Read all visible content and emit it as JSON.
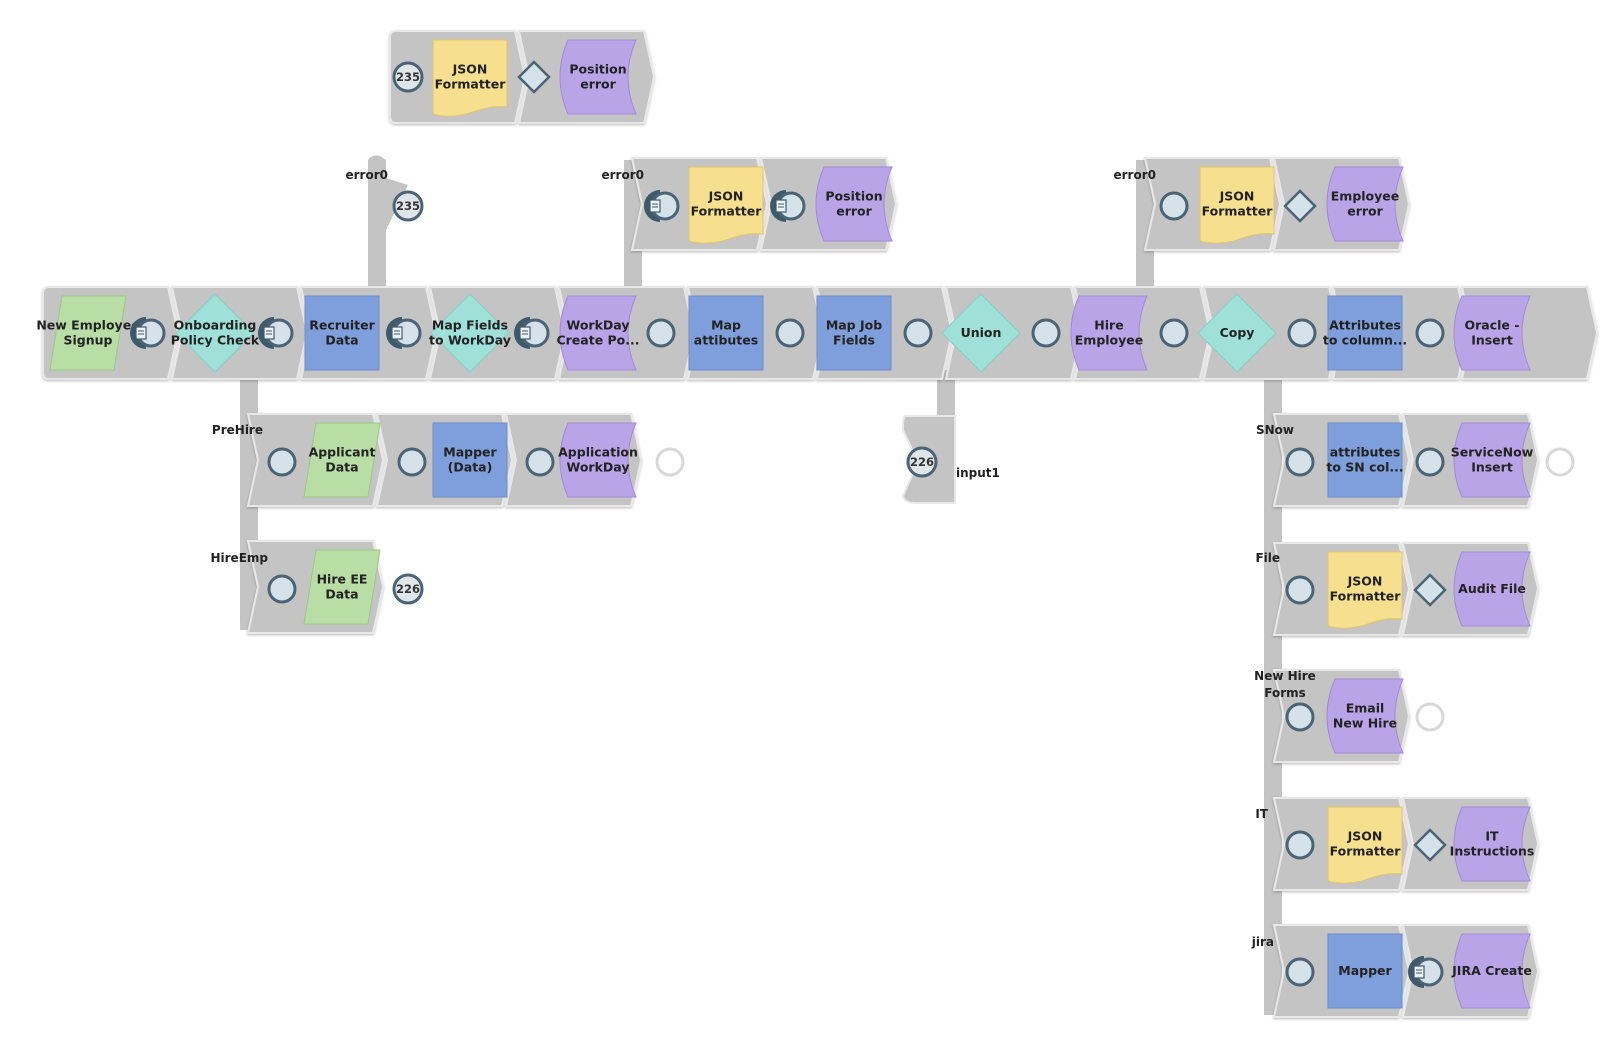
{
  "colors": {
    "track": "#c4c4c4",
    "track_edge": "#e8e8e8",
    "reader": "#b8dea5",
    "transform": "#7e9fdb",
    "flow": "#9fe0d8",
    "writer": "#b9a4e8",
    "formatter": "#f6e08f",
    "port_fill": "#d6e2ea",
    "port_stroke": "#4b6475",
    "port_dark": "#3d5a6b",
    "badge_fill": "#dfe6ea"
  },
  "pipelines": [
    {
      "id": "top-error-row",
      "snaps": [
        {
          "id": "json-formatter-top",
          "kind": "formatter",
          "label": [
            "JSON",
            "Formatter"
          ]
        },
        {
          "id": "position-error-top",
          "kind": "writer",
          "label": [
            "Position",
            "error"
          ]
        }
      ]
    },
    {
      "id": "main-row",
      "snaps": [
        {
          "id": "new-employee-signup",
          "kind": "reader",
          "label": [
            "New Employee",
            "Signup"
          ]
        },
        {
          "id": "onboarding-policy-check",
          "kind": "flow",
          "label": [
            "Onboarding",
            "Policy Check"
          ]
        },
        {
          "id": "recruiter-data",
          "kind": "transform",
          "label": [
            "Recruiter",
            "Data"
          ]
        },
        {
          "id": "map-fields-to-workday",
          "kind": "flow",
          "label": [
            "Map Fields",
            "to WorkDay"
          ]
        },
        {
          "id": "workday-create-po",
          "kind": "writer",
          "label": [
            "WorkDay",
            "Create Po..."
          ]
        },
        {
          "id": "map-attibutes",
          "kind": "transform",
          "label": [
            "Map",
            "attibutes"
          ]
        },
        {
          "id": "map-job-fields",
          "kind": "transform",
          "label": [
            "Map Job",
            "Fields"
          ]
        },
        {
          "id": "union",
          "kind": "flow",
          "label": [
            "Union"
          ]
        },
        {
          "id": "hire-employee",
          "kind": "writer",
          "label": [
            "Hire",
            "Employee"
          ]
        },
        {
          "id": "copy",
          "kind": "flow",
          "label": [
            "Copy"
          ]
        },
        {
          "id": "attributes-to-column",
          "kind": "transform",
          "label": [
            "Attributes",
            "to column..."
          ]
        },
        {
          "id": "oracle-insert",
          "kind": "writer",
          "label": [
            "Oracle -",
            "Insert"
          ]
        }
      ]
    },
    {
      "id": "error-branch-workday",
      "snaps": [
        {
          "id": "json-formatter-workday-error",
          "kind": "formatter",
          "label": [
            "JSON",
            "Formatter"
          ]
        },
        {
          "id": "position-error-workday",
          "kind": "writer",
          "label": [
            "Position",
            "error"
          ]
        }
      ]
    },
    {
      "id": "error-branch-hire",
      "snaps": [
        {
          "id": "json-formatter-hire-error",
          "kind": "formatter",
          "label": [
            "JSON",
            "Formatter"
          ]
        },
        {
          "id": "employee-error",
          "kind": "writer",
          "label": [
            "Employee",
            "error"
          ]
        }
      ]
    },
    {
      "id": "prehire-branch",
      "snaps": [
        {
          "id": "applicant-data",
          "kind": "reader",
          "label": [
            "Applicant",
            "Data"
          ]
        },
        {
          "id": "mapper-data",
          "kind": "transform",
          "label": [
            "Mapper",
            "(Data)"
          ]
        },
        {
          "id": "application-workday",
          "kind": "writer",
          "label": [
            "Application",
            "WorkDay"
          ]
        }
      ]
    },
    {
      "id": "hireemp-branch",
      "snaps": [
        {
          "id": "hire-ee-data",
          "kind": "reader",
          "label": [
            "Hire EE",
            "Data"
          ]
        }
      ]
    },
    {
      "id": "snow-branch",
      "snaps": [
        {
          "id": "attributes-to-sn-col",
          "kind": "transform",
          "label": [
            "attributes",
            "to SN col..."
          ]
        },
        {
          "id": "servicenow-insert",
          "kind": "writer",
          "label": [
            "ServiceNow",
            "Insert"
          ]
        }
      ]
    },
    {
      "id": "file-branch",
      "snaps": [
        {
          "id": "json-formatter-file",
          "kind": "formatter",
          "label": [
            "JSON",
            "Formatter"
          ]
        },
        {
          "id": "audit-file",
          "kind": "writer",
          "label": [
            "Audit File"
          ]
        }
      ]
    },
    {
      "id": "newhire-branch",
      "snaps": [
        {
          "id": "email-new-hire",
          "kind": "writer",
          "label": [
            "Email",
            "New Hire"
          ]
        }
      ]
    },
    {
      "id": "it-branch",
      "snaps": [
        {
          "id": "json-formatter-it",
          "kind": "formatter",
          "label": [
            "JSON",
            "Formatter"
          ]
        },
        {
          "id": "it-instructions",
          "kind": "writer",
          "label": [
            "IT",
            "Instructions"
          ]
        }
      ]
    },
    {
      "id": "jira-branch",
      "snaps": [
        {
          "id": "mapper-jira",
          "kind": "transform",
          "label": [
            "Mapper"
          ]
        },
        {
          "id": "jira-create",
          "kind": "writer",
          "label": [
            "JIRA Create"
          ]
        }
      ]
    }
  ],
  "connection_labels": {
    "error0_recruiter": "error0",
    "error0_workday": "error0",
    "error0_hire": "error0",
    "prehire": "PreHire",
    "hireemp": "HireEmp",
    "snow": "SNow",
    "file": "File",
    "new_hire_forms": [
      "New Hire",
      "Forms"
    ],
    "it": "IT",
    "jira": "jira",
    "input1": "input1"
  },
  "badges": {
    "top_row": "235",
    "recruiter_error": "235",
    "hire_ee": "226",
    "union_input": "226"
  }
}
